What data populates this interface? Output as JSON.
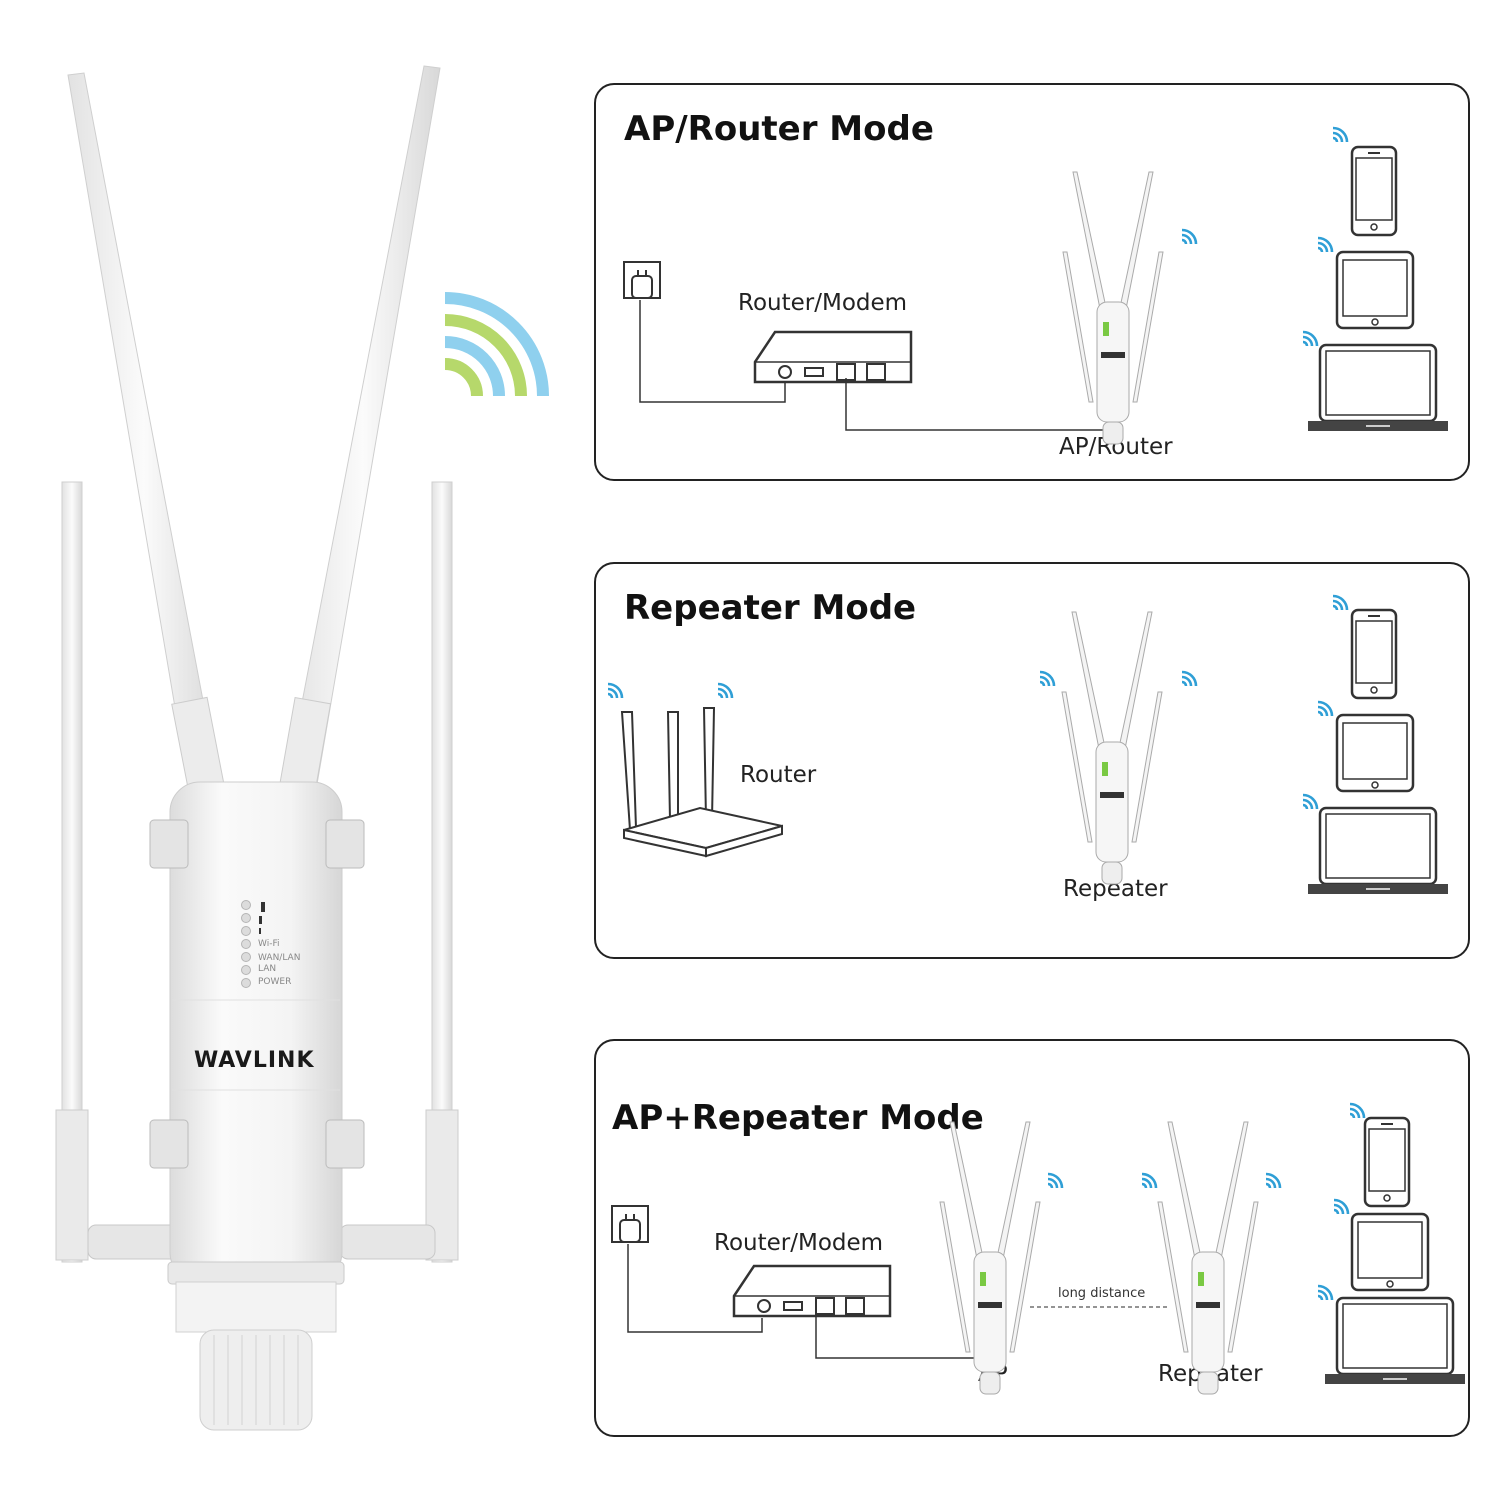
{
  "product": {
    "brand": "WAVLINK",
    "leds": [
      "Wi-Fi",
      "WAN/LAN",
      "LAN",
      "POWER"
    ]
  },
  "modes": [
    {
      "title": "AP/Router Mode",
      "labels": {
        "modem": "Router/Modem",
        "device": "AP/Router"
      }
    },
    {
      "title": "Repeater Mode",
      "labels": {
        "router": "Router",
        "device": "Repeater"
      }
    },
    {
      "title": "AP+Repeater Mode",
      "labels": {
        "modem": "Router/Modem",
        "ap": "AP",
        "distance": "long distance",
        "repeater": "Repeater"
      }
    }
  ],
  "colors": {
    "wifi_blue": "#2f9fd6",
    "wifi_light_blue": "#8fd0ee",
    "wifi_green": "#b6d86b",
    "outline": "#222222",
    "device_white": "#f2f2f2"
  },
  "icons": [
    "wifi-signal-icon",
    "phone-icon",
    "tablet-icon",
    "laptop-icon",
    "power-outlet-icon",
    "modem-icon",
    "router-icon",
    "extender-icon"
  ]
}
